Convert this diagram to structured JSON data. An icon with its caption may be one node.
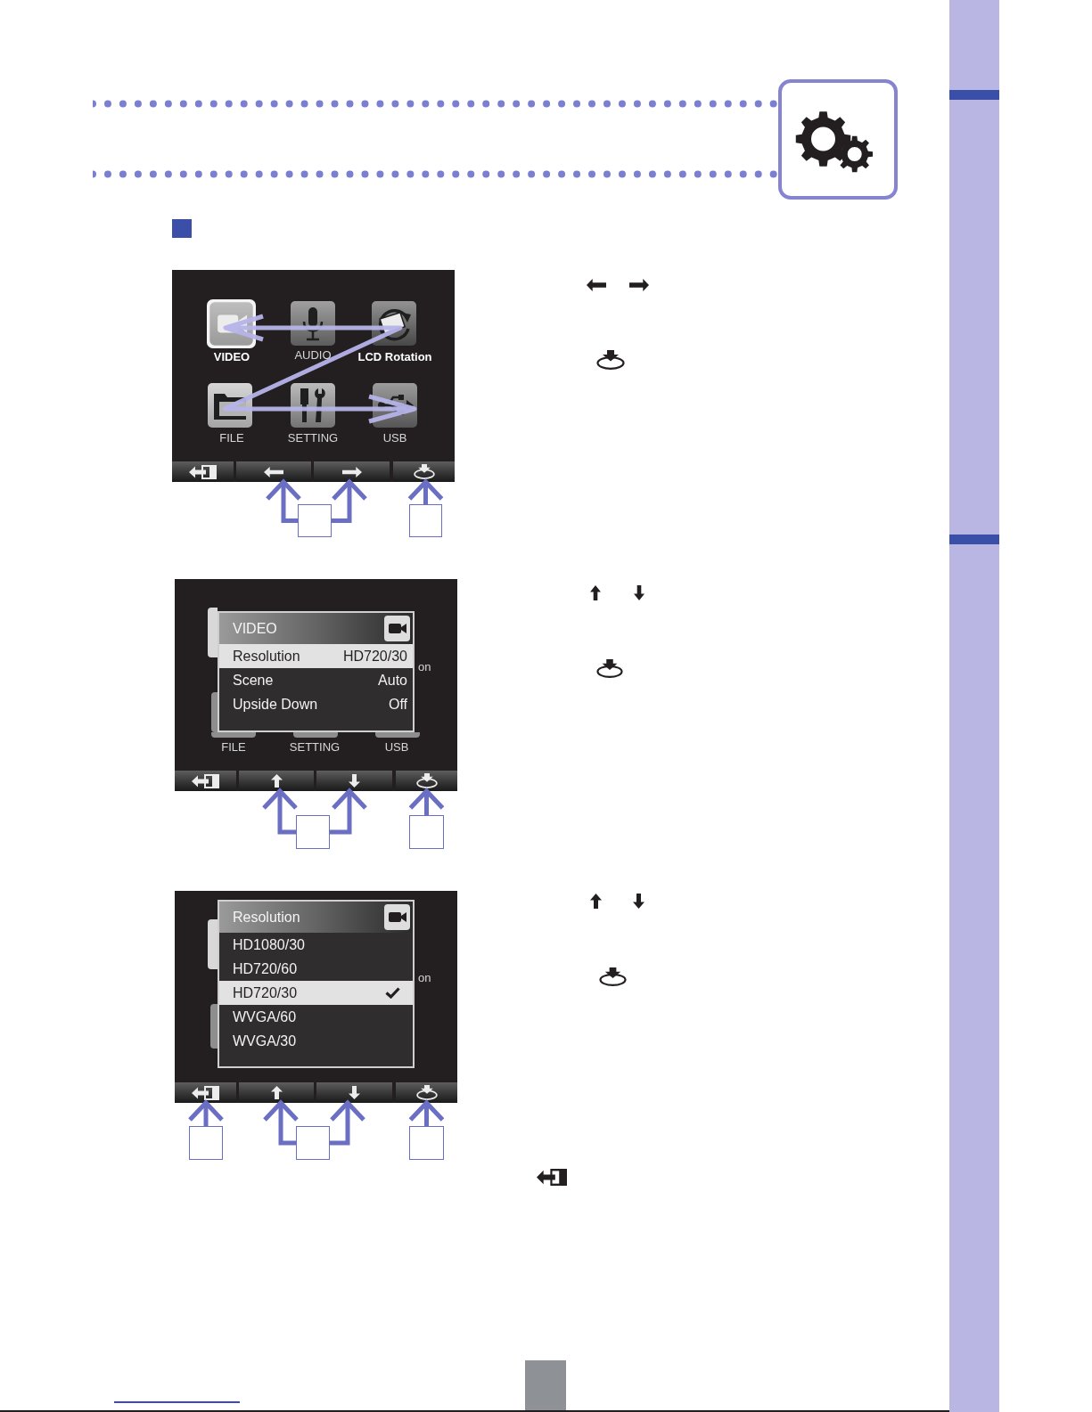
{
  "diagram": {
    "nodes": [
      {
        "text": [],
        "shape": "box"
      },
      {
        "text": [],
        "shape": "box"
      },
      {
        "text": [],
        "shape": "box"
      },
      {
        "text": [],
        "shape": "box"
      },
      {
        "text": [],
        "shape": "box"
      },
      {
        "text": [],
        "shape": "box"
      },
      {
        "text": [],
        "shape": "box"
      },
      {
        "text": [],
        "shape": "box"
      },
      {
        "text": [],
        "shape": "box"
      },
      {
        "text": [],
        "shape": "box"
      },
      {
        "text": [],
        "shape": "box"
      },
      {
        "text": [],
        "shape": "box"
      },
      {
        "text": [],
        "shape": "box"
      },
      {
        "text": [],
        "shape": "box"
      },
      {
        "text": [],
        "shape": "box"
      },
      {
        "text": [],
        "shape": "box"
      },
      {
        "text": [],
        "shape": "box"
      }
    ],
    "edges": [
      {
        "from": 3,
        "to": 0,
        "arrow": "to"
      },
      {
        "from": 3,
        "to": 1,
        "arrow": "to"
      },
      {
        "from": 4,
        "to": 2,
        "arrow": "to"
      },
      {
        "from": 8,
        "to": 5,
        "arrow": "to"
      },
      {
        "from": 8,
        "to": 6,
        "arrow": "to"
      },
      {
        "from": 9,
        "to": 7,
        "arrow": "to"
      },
      {
        "from": 14,
        "to": 10,
        "arrow": "to"
      },
      {
        "from": 15,
        "to": 11,
        "arrow": "to"
      },
      {
        "from": 15,
        "to": 12,
        "arrow": "to"
      },
      {
        "from": 16,
        "to": 13,
        "arrow": "to"
      }
    ],
    "labels": [
      "VIDEO",
      "AUDIO",
      "LCD Rotation",
      "FILE",
      "SETTING",
      "USB",
      "VIDEO",
      "Resolution",
      "HD720/30",
      "on",
      "Scene",
      "Auto",
      "Upside Down",
      "Off",
      "FILE",
      "SETTING",
      "USB",
      "Resolution",
      "HD1080/30",
      "HD720/60",
      "on",
      "HD720/30",
      "WVGA/60",
      "WVGA/30"
    ]
  }
}
